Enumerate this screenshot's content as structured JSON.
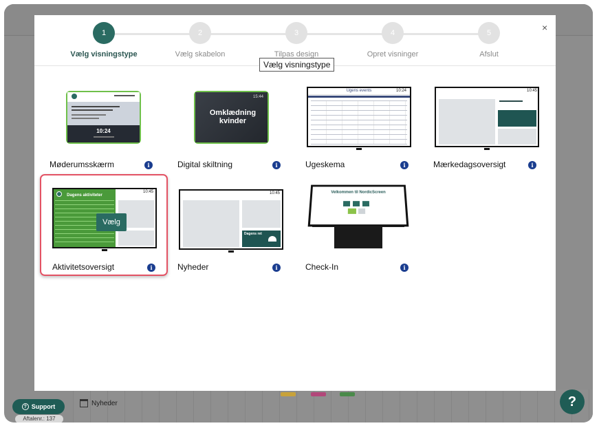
{
  "modal": {
    "close_label": "×",
    "steps": [
      {
        "number": "1",
        "label": "Vælg visningstype",
        "active": true
      },
      {
        "number": "2",
        "label": "Vælg skabelon"
      },
      {
        "number": "3",
        "label": "Tilpas design"
      },
      {
        "number": "4",
        "label": "Opret visninger"
      },
      {
        "number": "5",
        "label": "Afslut"
      }
    ],
    "tooltip": "Vælg visningstype",
    "cards": [
      {
        "label": "Møderumsskærm",
        "info": "i"
      },
      {
        "label": "Digital skiltning",
        "info": "i"
      },
      {
        "label": "Ugeskema",
        "info": "i"
      },
      {
        "label": "Mærkedagsoversigt",
        "info": "i"
      },
      {
        "label": "Aktivitetsoversigt",
        "info": "i",
        "selected": true,
        "hover_button": "Vælg"
      },
      {
        "label": "Nyheder",
        "info": "i"
      },
      {
        "label": "Check-In",
        "info": "i"
      }
    ],
    "previews": {
      "meeting_time": "10:24",
      "signage_text": "Omklædning kvinder",
      "signage_time": "15:44",
      "week_title": "Ugens events",
      "week_time": "10:24",
      "activity_title": "Dagens aktiviteter",
      "activity_time": "10:45",
      "news_time": "10:45",
      "news_caption": "Dagens ret",
      "checkin_title": "Velkommen til NordicScreen"
    }
  },
  "background": {
    "calendar_item": "Nyheder",
    "support_label": "Support",
    "appointments_label": "Aftalenr.: 137",
    "help_label": "?"
  },
  "colors": {
    "accent": "#2a6b62",
    "selected_border": "#e35264",
    "info_icon": "#1a3d8f"
  }
}
